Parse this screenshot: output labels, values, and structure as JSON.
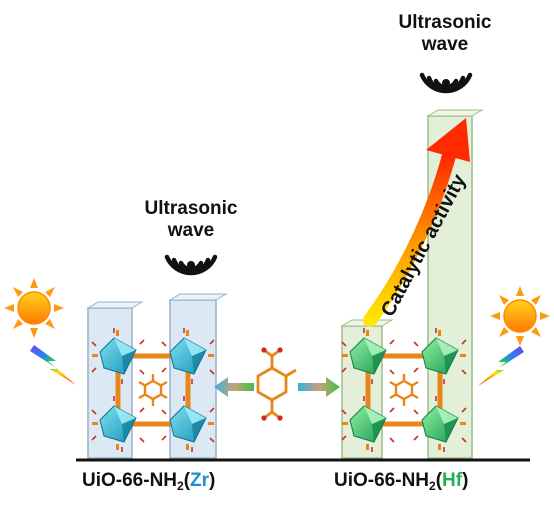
{
  "labels": {
    "wave_left": "Ultrasonic wave",
    "wave_right": "Ultrasonic wave",
    "catalytic": "Catalytic activity",
    "mof_left": {
      "prefix": "UiO-66-NH",
      "sub": "2",
      "open": "(",
      "metal": "Zr",
      "close": ")"
    },
    "mof_right": {
      "prefix": "UiO-66-NH",
      "sub": "2",
      "open": "(",
      "metal": "Hf",
      "close": ")"
    }
  },
  "icons": [
    "sun-icon",
    "lightning-icon",
    "ultrasonic-wave-icon",
    "double-arrow-icon",
    "linker-molecule-icon"
  ],
  "colors": {
    "zr_metal": "#1c8fd0",
    "hf_metal": "#22b14c",
    "zr_bar": "#dce9f5",
    "hf_bar": "#e3efd8",
    "arrow_red": "#ff2a00",
    "linker": "#e8861a"
  }
}
